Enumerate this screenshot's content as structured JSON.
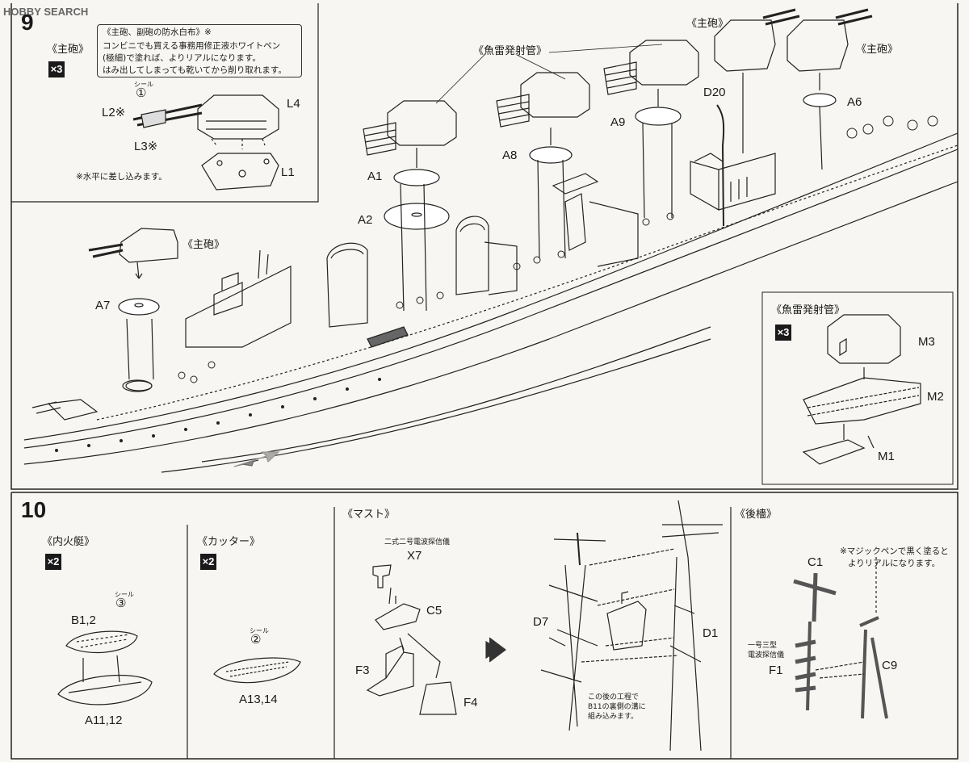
{
  "watermark": "HOBBY SEARCH",
  "step9": {
    "number": "9",
    "inset_main_gun": {
      "title": "《主砲》",
      "count": "×3",
      "note_lines": [
        "《主砲、副砲の防水白布》※",
        "コンビニでも買える事務用修正液ホワイトペン",
        "(極細)で塗れば、よりリアルになります。",
        "はみ出してしまっても乾いてから削り取れます。"
      ],
      "seal_label": "シール",
      "seal_number": "①",
      "parts": {
        "l2": "L2※",
        "l3": "L3※",
        "l4": "L4",
        "l1": "L1"
      },
      "footnote": "※水平に差し込みます。"
    },
    "torpedo_header": "《魚雷発射管》",
    "main_gun_header_top": "《主砲》",
    "main_gun_header_right": "《主砲》",
    "main_gun_header_left": "《主砲》",
    "parts": {
      "a1": "A1",
      "a2": "A2",
      "a6": "A6",
      "a7": "A7",
      "a8": "A8",
      "a9": "A9",
      "d20": "D20"
    },
    "inset_torpedo": {
      "title": "《魚雷発射管》",
      "count": "×3",
      "parts": {
        "m1": "M1",
        "m2": "M2",
        "m3": "M3"
      }
    }
  },
  "step10": {
    "number": "10",
    "launch": {
      "title": "《内火艇》",
      "count": "×2",
      "seal_label": "シール",
      "seal_number": "③",
      "part_top": "B1,2",
      "part_bottom": "A11,12"
    },
    "cutter": {
      "title": "《カッター》",
      "count": "×2",
      "seal_label": "シール",
      "seal_number": "②",
      "part": "A13,14"
    },
    "mast": {
      "title": "《マスト》",
      "radar_label": "二式二号電波探信儀",
      "parts": {
        "x7": "X7",
        "c5": "C5",
        "f3": "F3",
        "f4": "F4",
        "d7": "D7",
        "d1": "D1"
      },
      "note_lines": [
        "この後の工程で",
        "B11の裏側の溝に",
        "組み込みます。"
      ]
    },
    "aft_mast": {
      "title": "《後檣》",
      "note_lines": [
        "※マジックペンで黒く塗ると",
        "よりリアルになります。"
      ],
      "radar_lines": [
        "一号三型",
        "電波探信儀"
      ],
      "parts": {
        "c1": "C1",
        "f1": "F1",
        "c9": "C9"
      }
    }
  }
}
